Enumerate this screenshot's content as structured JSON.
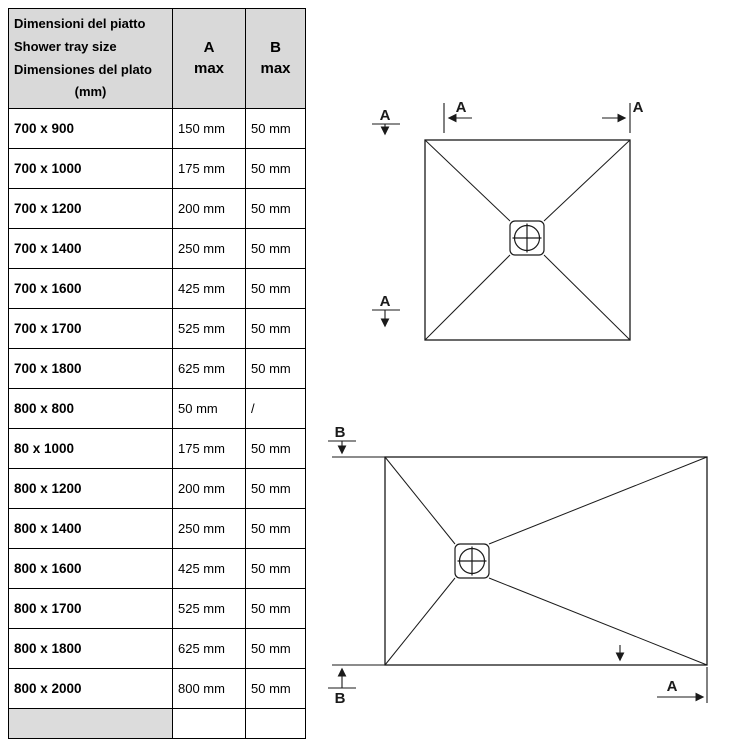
{
  "table": {
    "header": {
      "size_lines": [
        "Dimensioni del piatto",
        "Shower tray size",
        "Dimensiones del plato",
        "(mm)"
      ],
      "col_a": [
        "A",
        "max"
      ],
      "col_b": [
        "B",
        "max"
      ]
    },
    "rows": [
      {
        "size": "700 x 900",
        "a": "150 mm",
        "b": "50 mm"
      },
      {
        "size": "700 x 1000",
        "a": "175 mm",
        "b": "50 mm"
      },
      {
        "size": "700 x 1200",
        "a": "200 mm",
        "b": "50 mm"
      },
      {
        "size": "700 x 1400",
        "a": "250 mm",
        "b": "50 mm"
      },
      {
        "size": "700 x 1600",
        "a": "425 mm",
        "b": "50 mm"
      },
      {
        "size": "700 x 1700",
        "a": "525 mm",
        "b": "50 mm"
      },
      {
        "size": "700 x 1800",
        "a": "625 mm",
        "b": "50 mm"
      },
      {
        "size": "800 x 800",
        "a": "50 mm",
        "b": "/"
      },
      {
        "size": "80 x 1000",
        "a": "175 mm",
        "b": "50 mm"
      },
      {
        "size": "800 x 1200",
        "a": "200 mm",
        "b": "50 mm"
      },
      {
        "size": "800 x 1400",
        "a": "250 mm",
        "b": "50 mm"
      },
      {
        "size": "800 x 1600",
        "a": "425 mm",
        "b": "50 mm"
      },
      {
        "size": "800 x 1700",
        "a": "525 mm",
        "b": "50 mm"
      },
      {
        "size": "800 x 1800",
        "a": "625 mm",
        "b": "50 mm"
      },
      {
        "size": "800 x 2000",
        "a": "800 mm",
        "b": "50 mm"
      }
    ]
  },
  "diagrams": {
    "square": {
      "labels": {
        "far_left": "A",
        "inner_left": "A",
        "right": "A",
        "mid_left": "A"
      }
    },
    "rect": {
      "labels": {
        "top_left": "B",
        "bottom_left": "B",
        "bottom_right": "A"
      }
    }
  },
  "colors": {
    "header_bg": "#d9d9d9",
    "table_border": "#000000",
    "drawing_line": "#1a1a1a"
  }
}
